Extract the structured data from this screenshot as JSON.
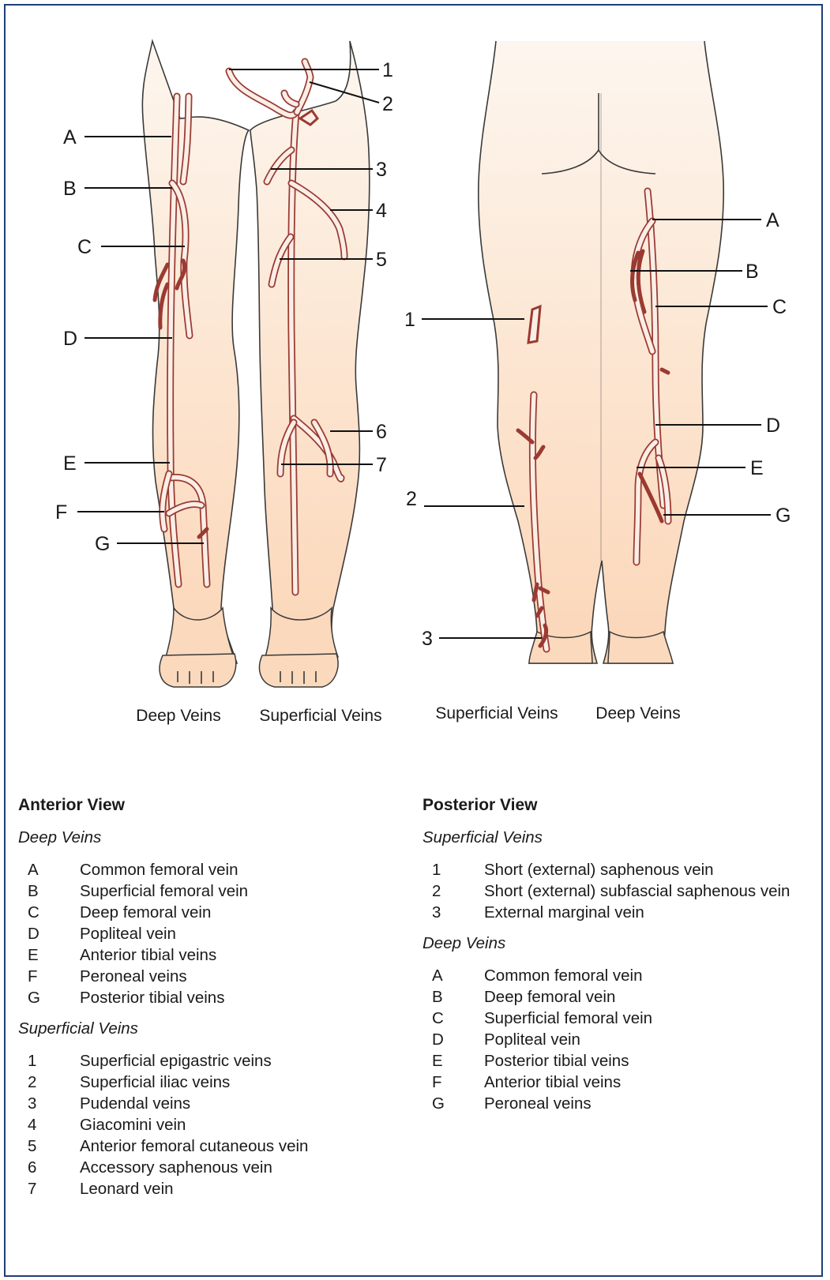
{
  "figure": {
    "anterior_deep_labels": [
      "A",
      "B",
      "C",
      "D",
      "E",
      "F",
      "G"
    ],
    "anterior_superficial_labels": [
      "1",
      "2",
      "3",
      "4",
      "5",
      "6",
      "7"
    ],
    "posterior_superficial_labels": [
      "1",
      "2",
      "3"
    ],
    "posterior_deep_labels": [
      "A",
      "B",
      "C",
      "D",
      "E",
      "G"
    ],
    "captions": {
      "anterior_left": "Deep Veins",
      "anterior_right": "Superficial Veins",
      "posterior_left": "Superficial Veins",
      "posterior_right": "Deep Veins"
    },
    "colors": {
      "vein": "#9a3a32",
      "skin_light": "#fdf3ea",
      "skin_dark": "#fbd6b8",
      "frame": "#1f3d78"
    }
  },
  "legend": {
    "anterior": {
      "title": "Anterior View",
      "deep_title": "Deep Veins",
      "deep": [
        {
          "key": "A",
          "text": "Common femoral vein"
        },
        {
          "key": "B",
          "text": "Superficial femoral vein"
        },
        {
          "key": "C",
          "text": "Deep femoral vein"
        },
        {
          "key": "D",
          "text": "Popliteal vein"
        },
        {
          "key": "E",
          "text": "Anterior tibial veins"
        },
        {
          "key": "F",
          "text": "Peroneal veins"
        },
        {
          "key": "G",
          "text": "Posterior tibial veins"
        }
      ],
      "superficial_title": "Superficial Veins",
      "superficial": [
        {
          "key": "1",
          "text": "Superficial epigastric veins"
        },
        {
          "key": "2",
          "text": "Superficial iliac veins"
        },
        {
          "key": "3",
          "text": "Pudendal veins"
        },
        {
          "key": "4",
          "text": "Giacomini vein"
        },
        {
          "key": "5",
          "text": "Anterior femoral cutaneous vein"
        },
        {
          "key": "6",
          "text": "Accessory saphenous vein"
        },
        {
          "key": "7",
          "text": "Leonard vein"
        }
      ]
    },
    "posterior": {
      "title": "Posterior View",
      "superficial_title": "Superficial Veins",
      "superficial": [
        {
          "key": "1",
          "text": "Short (external) saphenous vein"
        },
        {
          "key": "2",
          "text": "Short (external) subfascial saphenous vein"
        },
        {
          "key": "3",
          "text": "External marginal vein"
        }
      ],
      "deep_title": "Deep Veins",
      "deep": [
        {
          "key": "A",
          "text": "Common femoral vein"
        },
        {
          "key": "B",
          "text": "Deep femoral vein"
        },
        {
          "key": "C",
          "text": "Superficial femoral vein"
        },
        {
          "key": "D",
          "text": "Popliteal vein"
        },
        {
          "key": "E",
          "text": "Posterior tibial veins"
        },
        {
          "key": "F",
          "text": "Anterior tibial veins"
        },
        {
          "key": "G",
          "text": "Peroneal veins"
        }
      ]
    }
  }
}
